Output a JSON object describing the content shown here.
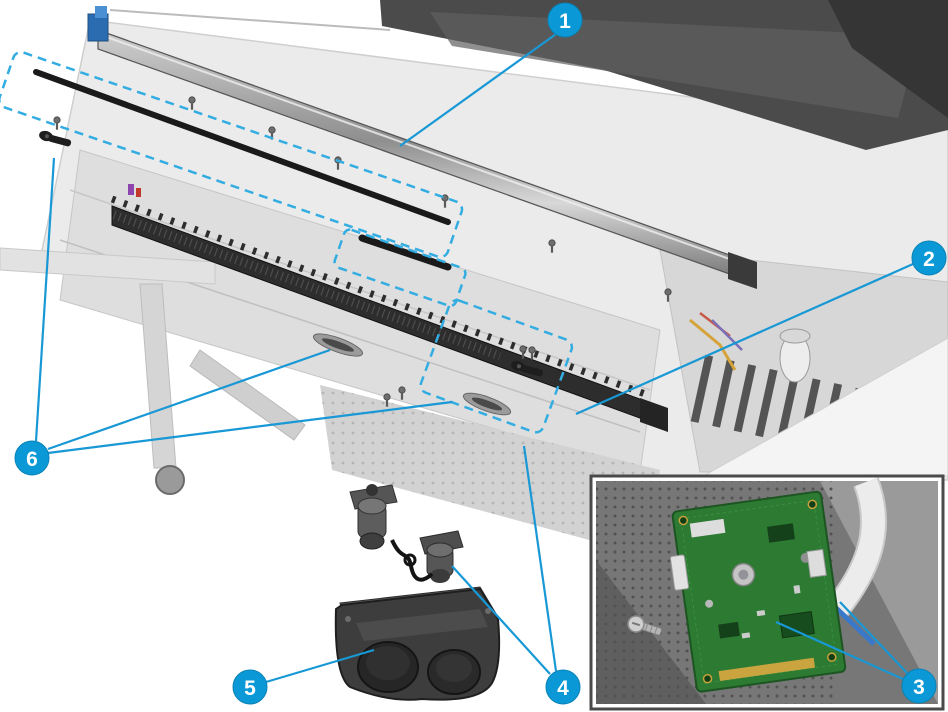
{
  "diagram": {
    "colors": {
      "callout_blue": "#0a99d6",
      "callout_ring": "#0984bf",
      "dash_blue": "#33ade1",
      "leader_blue": "#1898d5",
      "pcb_green": "#2d7a33"
    },
    "callouts": [
      {
        "number": "1"
      },
      {
        "number": "2"
      },
      {
        "number": "3"
      },
      {
        "number": "4"
      },
      {
        "number": "5"
      },
      {
        "number": "6"
      }
    ]
  }
}
